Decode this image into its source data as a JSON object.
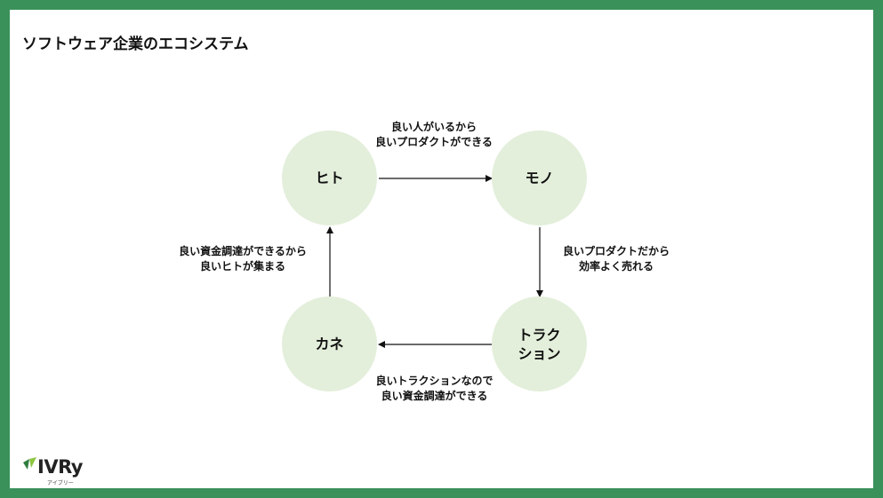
{
  "slide": {
    "title": "ソフトウェア企業のエコシステム"
  },
  "nodes": {
    "hito": "ヒト",
    "mono": "モノ",
    "traction": "トラク\nション",
    "kane": "カネ"
  },
  "edges": {
    "hito_to_mono": "良い人がいるから\n良いプロダクトができる",
    "mono_to_traction": "良いプロダクトだから\n効率よく売れる",
    "traction_to_kane": "良いトラクションなので\n良い資金調達ができる",
    "kane_to_hito": "良い資金調達ができるから\n良いヒトが集まる"
  },
  "logo": {
    "name": "IVRy",
    "reading": "アイブリー"
  },
  "colors": {
    "border": "#3a915a",
    "node_fill": "#e3efdb",
    "text": "#111111",
    "logo_green_dark": "#2e7d3e",
    "logo_green_light": "#8cc63f"
  }
}
